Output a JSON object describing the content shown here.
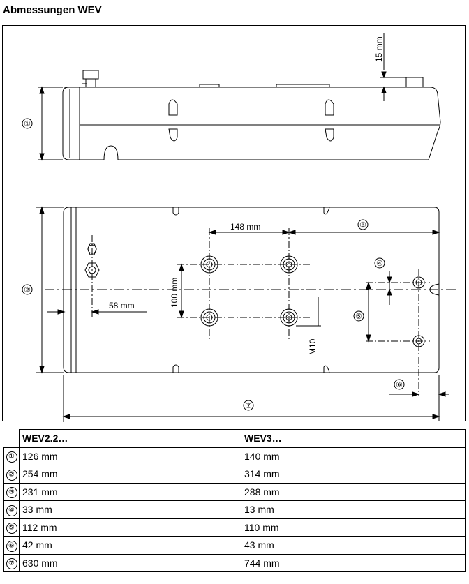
{
  "title": "Abmessungen WEV",
  "drawing": {
    "dim_15": "15 mm",
    "dim_148": "148 mm",
    "dim_100": "100 mm",
    "dim_58": "58 mm",
    "thread": "M10",
    "markers": [
      "①",
      "②",
      "③",
      "④",
      "⑤",
      "⑥",
      "⑦"
    ]
  },
  "table": {
    "headers": [
      "",
      "WEV2.2…",
      "WEV3…"
    ],
    "rows": [
      {
        "idx": "①",
        "a": "126 mm",
        "b": "140 mm"
      },
      {
        "idx": "②",
        "a": "254 mm",
        "b": "314 mm"
      },
      {
        "idx": "③",
        "a": "231 mm",
        "b": "288 mm"
      },
      {
        "idx": "④",
        "a": "33 mm",
        "b": "13 mm"
      },
      {
        "idx": "⑤",
        "a": "112 mm",
        "b": "110 mm"
      },
      {
        "idx": "⑥",
        "a": "42 mm",
        "b": "43 mm"
      },
      {
        "idx": "⑦",
        "a": "630 mm",
        "b": "744 mm"
      }
    ]
  }
}
